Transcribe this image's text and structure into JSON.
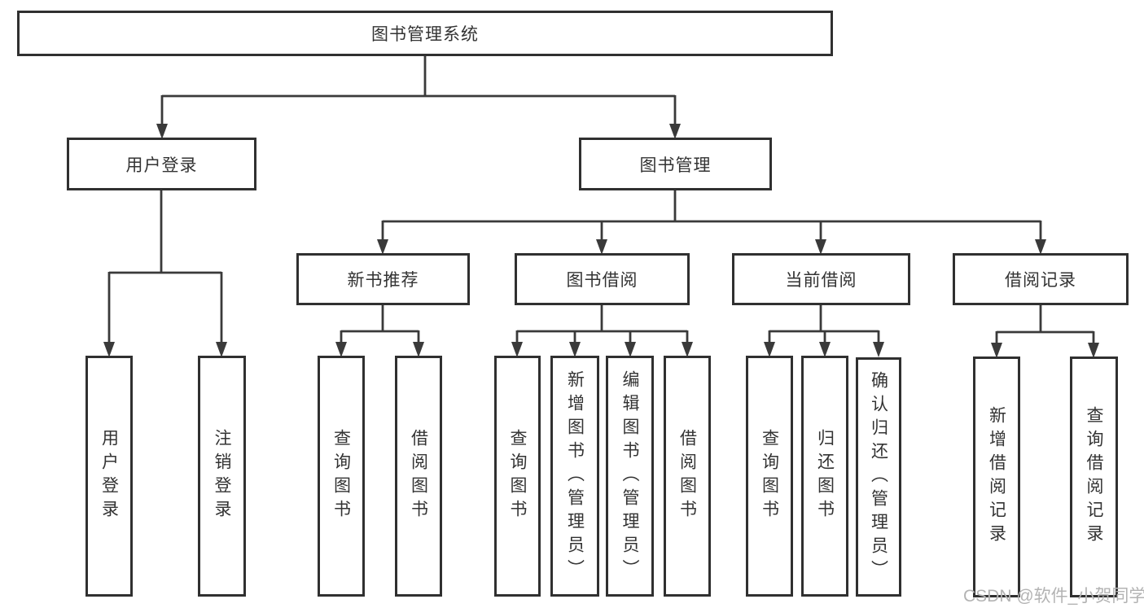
{
  "tree": {
    "label": "图书管理系统",
    "children": [
      {
        "label": "用户登录",
        "children": [
          {
            "label": "用户登录"
          },
          {
            "label": "注销登录"
          }
        ]
      },
      {
        "label": "图书管理",
        "children": [
          {
            "label": "新书推荐",
            "children": [
              {
                "label": "查询图书"
              },
              {
                "label": "借阅图书"
              }
            ]
          },
          {
            "label": "图书借阅",
            "children": [
              {
                "label": "查询图书"
              },
              {
                "label": "新增图书（管理员）"
              },
              {
                "label": "编辑图书（管理员）"
              },
              {
                "label": "借阅图书"
              }
            ]
          },
          {
            "label": "当前借阅",
            "children": [
              {
                "label": "查询图书"
              },
              {
                "label": "归还图书"
              },
              {
                "label": "确认归还（管理员）"
              }
            ]
          },
          {
            "label": "借阅记录",
            "children": [
              {
                "label": "新增借阅记录"
              },
              {
                "label": "查询借阅记录"
              }
            ]
          }
        ]
      }
    ]
  },
  "watermark": {
    "text": "CSDN @软件_小贺同学",
    "color": "#b3b3b3"
  },
  "colors": {
    "line": "#3a3a3a",
    "border": "#303030",
    "text": "#333333",
    "bg": "#ffffff"
  }
}
